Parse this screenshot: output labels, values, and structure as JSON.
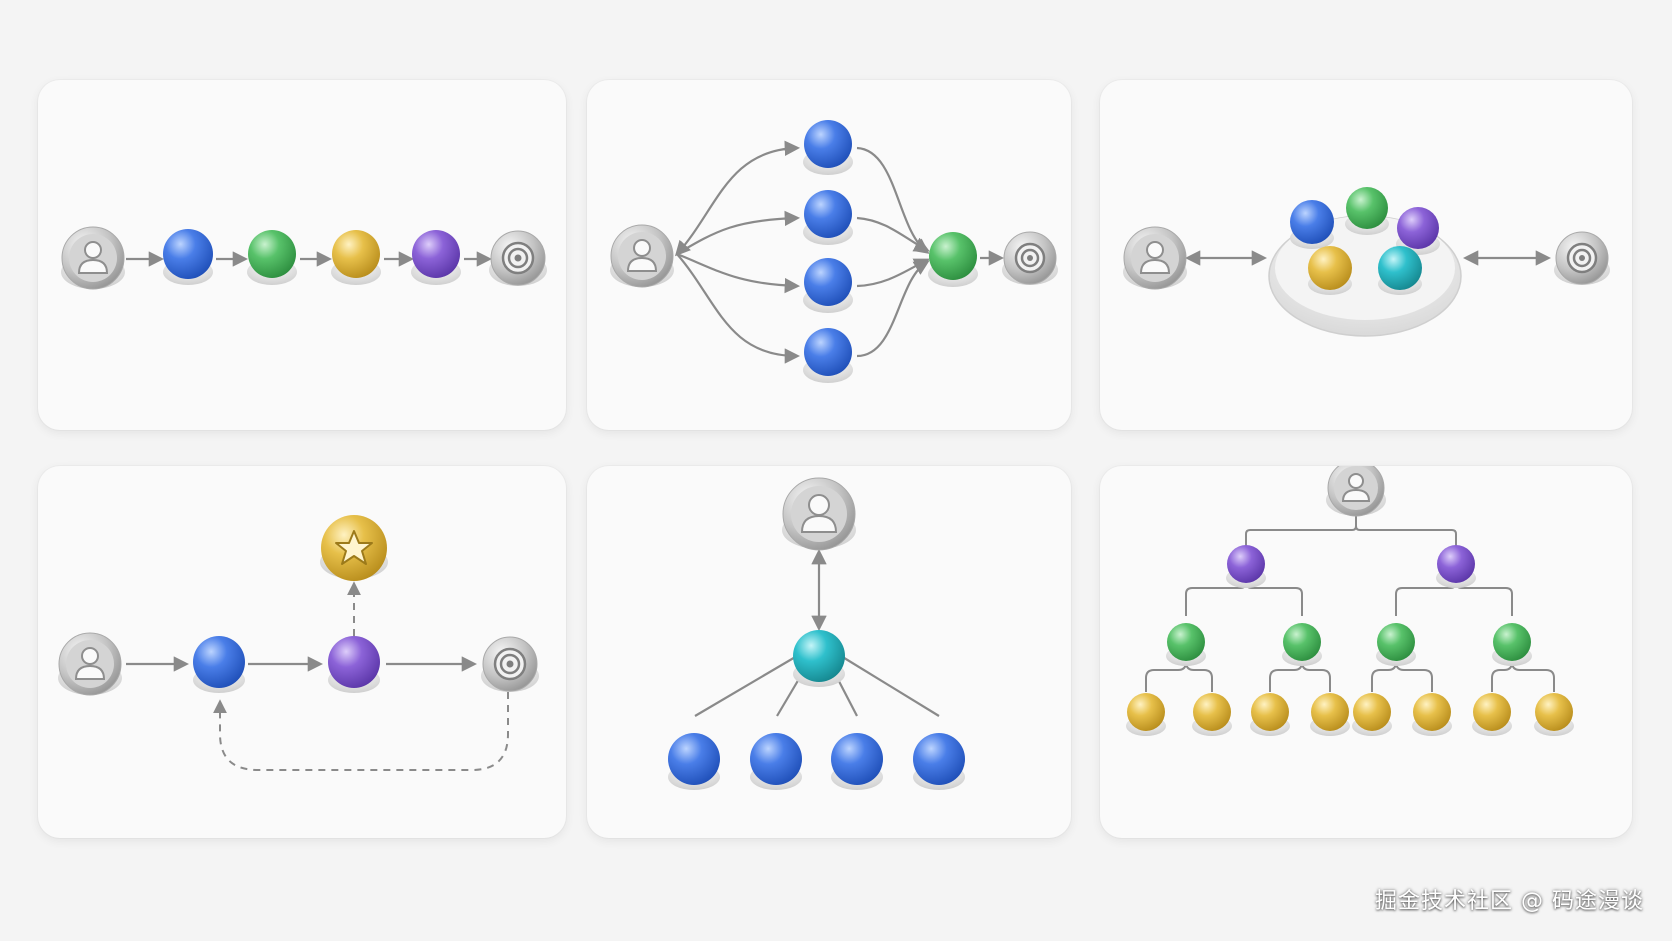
{
  "watermark": "掘金技术社区 @ 码途漫谈",
  "colors": {
    "blue": "#4a7ee8",
    "green": "#58c26a",
    "yellow": "#e7c04a",
    "purple": "#8c63d8",
    "cyan": "#2fc0cc",
    "gray": "#b7b7b7",
    "connector": "#8a8a8a"
  },
  "icons": {
    "user": "user-icon",
    "target": "target-icon",
    "star": "star-icon"
  },
  "panels": [
    {
      "id": "sequential-chain",
      "nodes": [
        "user",
        "blue",
        "green",
        "yellow",
        "purple",
        "target"
      ]
    },
    {
      "id": "parallel-fan-out",
      "nodes": [
        "user",
        "blue",
        "blue",
        "blue",
        "blue",
        "green",
        "target"
      ]
    },
    {
      "id": "group-hub",
      "nodes": [
        "user",
        "blue",
        "green",
        "purple",
        "yellow",
        "cyan",
        "target"
      ]
    },
    {
      "id": "loop-with-star",
      "nodes": [
        "user",
        "blue",
        "purple",
        "star",
        "target"
      ]
    },
    {
      "id": "hub-spoke",
      "nodes": [
        "user",
        "cyan",
        "blue",
        "blue",
        "blue",
        "blue"
      ]
    },
    {
      "id": "binary-tree",
      "nodes": [
        "user",
        "purple",
        "purple",
        "green",
        "green",
        "green",
        "green",
        "yellow",
        "yellow",
        "yellow",
        "yellow",
        "yellow",
        "yellow",
        "yellow",
        "yellow"
      ]
    }
  ]
}
